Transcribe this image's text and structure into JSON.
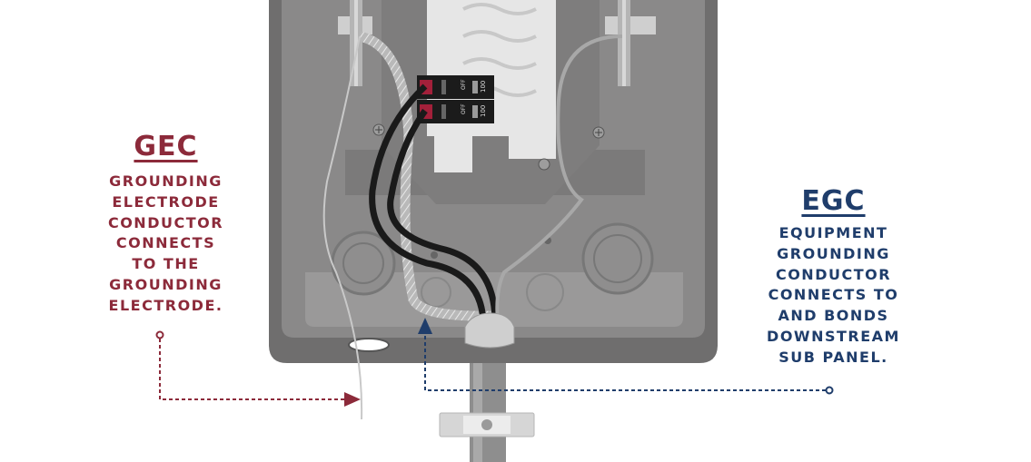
{
  "gec": {
    "title": "GEC",
    "lines": [
      "GROUNDING",
      "ELECTRODE",
      "CONDUCTOR",
      "CONNECTS",
      "TO THE",
      "GROUNDING",
      "ELECTRODE."
    ],
    "color": "#8c2a3a"
  },
  "egc": {
    "title": "EGC",
    "lines": [
      "EQUIPMENT",
      "GROUNDING",
      "CONDUCTOR",
      "CONNECTS TO",
      "AND BONDS",
      "DOWNSTREAM",
      "SUB PANEL."
    ],
    "color": "#1f3d6b"
  },
  "breakers": [
    {
      "rating": "100",
      "state": "OFF"
    },
    {
      "rating": "100",
      "state": "OFF"
    }
  ],
  "colors": {
    "panel": "#6f6e6e",
    "panel_inner": "#8a8989",
    "bus": "#e6e6e6",
    "wire_black": "#1a1a1a",
    "wire_gray": "#a8a8a8"
  }
}
